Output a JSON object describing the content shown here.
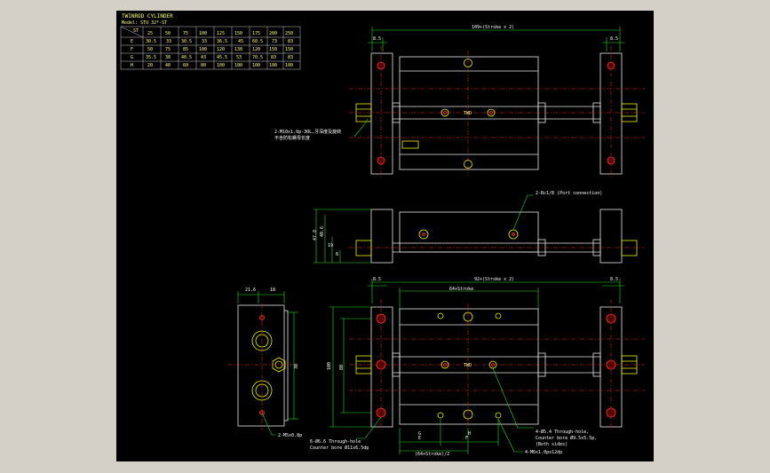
{
  "title": "TWINROD CYLINDER",
  "model": "Model: STU 32*-ST",
  "table": {
    "corner_top": "ST",
    "corner_bottom": "",
    "strokes": [
      "25",
      "50",
      "75",
      "100",
      "125",
      "150",
      "175",
      "200",
      "250"
    ],
    "rows": [
      {
        "label": "E",
        "values": [
          "30.5",
          "33",
          "30.5",
          "33",
          "36.5",
          "45",
          "60.5",
          "73",
          "83"
        ]
      },
      {
        "label": "F",
        "values": [
          "50",
          "75",
          "85",
          "100",
          "120",
          "130",
          "120",
          "150",
          "150"
        ]
      },
      {
        "label": "G",
        "values": [
          "35.5",
          "38",
          "40.5",
          "43",
          "45.5",
          "53",
          "70.5",
          "83",
          "83"
        ]
      },
      {
        "label": "H",
        "values": [
          "20",
          "40",
          "60",
          "80",
          "100",
          "100",
          "100",
          "100",
          "100"
        ]
      }
    ]
  },
  "dims": {
    "top_overall": "109+(Stroke x 2)",
    "top_left_8_5": "8.5",
    "top_right_8_5": "8.5",
    "thread_note_1": "2-M10x1.0p-30L,牙深度及旋转",
    "thread_note_2": "不含防松螺母长度",
    "port_note": "2-Rc1/8 (Port connection)",
    "height_47": "47.8",
    "height_40": "40.6",
    "height_19": "19",
    "height_8": "8",
    "left_21_6": "21.6",
    "left_18": "18",
    "left_30": "30",
    "m5_note": "2-M5x0.8p",
    "mid_overall": "92+(Stroke x 2)",
    "mid_left_8_5": "8.5",
    "mid_right_8_5": "8.5",
    "inner_64": "64+Stroke",
    "h100": "100",
    "h80": "80",
    "through_hole_1": "4-Ø5.4 Through-hole,",
    "through_hole_2": "Counter bore Ø9.5x5.5p,",
    "through_hole_3": "(Both sides)",
    "m6_note": "4-M6x1.0px12dp",
    "bottom_hole_1": "6-Ø6.6 Through-hole",
    "bottom_hole_2": "Counter bore Ø11x6.5dp",
    "bottom_64_2": "(64+Stroke)/2",
    "label_e": "E",
    "label_f": "F",
    "label_g": "G",
    "label_h": "H",
    "brand": "TWD"
  }
}
